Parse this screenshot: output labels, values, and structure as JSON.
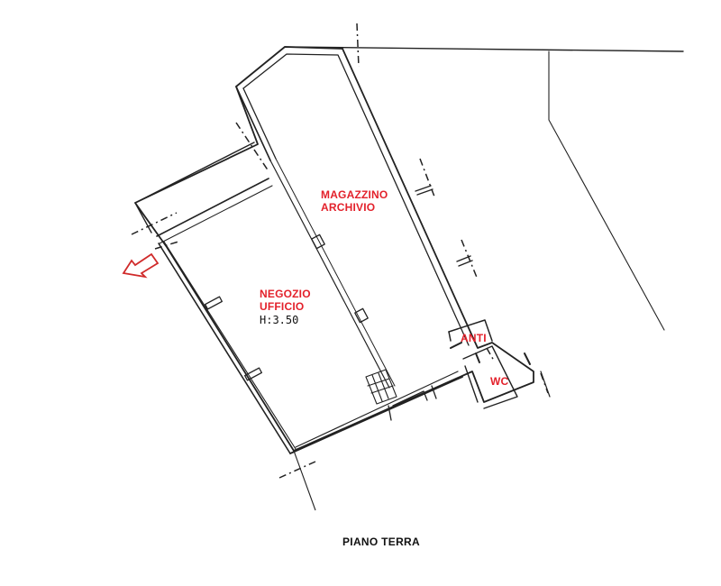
{
  "plan": {
    "title": "PIANO TERRA",
    "rooms": [
      {
        "id": "magazzino",
        "lines": [
          "MAGAZZINO",
          "ARCHIVIO"
        ]
      },
      {
        "id": "negozio",
        "lines": [
          "NEGOZIO",
          "UFFICIO"
        ],
        "height": "H:3.50"
      },
      {
        "id": "anti",
        "lines": [
          "ANTI"
        ]
      },
      {
        "id": "wc",
        "lines": [
          "WC"
        ]
      }
    ],
    "entrance_marker": "entrance-arrow-icon",
    "colors": {
      "label": "#e3212b",
      "line": "#222222",
      "background": "#ffffff"
    }
  }
}
